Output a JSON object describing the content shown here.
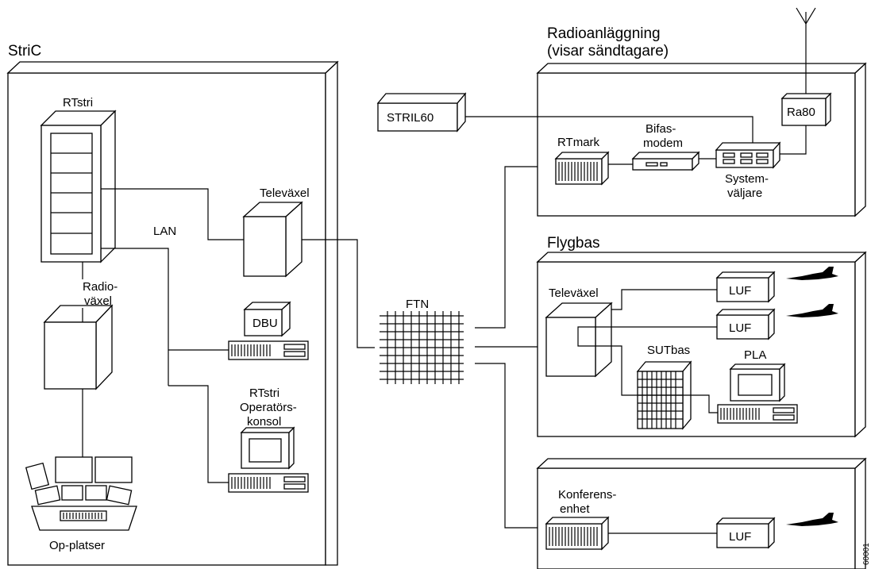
{
  "panels": {
    "stric": "StriC",
    "radio_title_1": "Radioanläggning",
    "radio_title_2": "(visar sändtagare)",
    "flygbas": "Flygbas"
  },
  "nodes": {
    "rtstri": "RTstri",
    "radiovaxel_1": "Radio-",
    "radiovaxel_2": "växel",
    "lan": "LAN",
    "televaxel_stric": "Televäxel",
    "dbu": "DBU",
    "opkonsol_1": "RTstri",
    "opkonsol_2": "Operatörs-",
    "opkonsol_3": "konsol",
    "opplatser": "Op-platser",
    "ftn": "FTN",
    "stril60": "STRIL60",
    "ra80": "Ra80",
    "rtmark": "RTmark",
    "bifas_1": "Bifas-",
    "bifas_2": "modem",
    "system_1": "System-",
    "system_2": "väljare",
    "televaxel_flygbas": "Televäxel",
    "luf_1": "LUF",
    "luf_2": "LUF",
    "sutbas": "SUTbas",
    "pla": "PLA",
    "konferens_1": "Konferens-",
    "konferens_2": "enhet",
    "luf_3": "LUF"
  },
  "figure_id": "60001"
}
